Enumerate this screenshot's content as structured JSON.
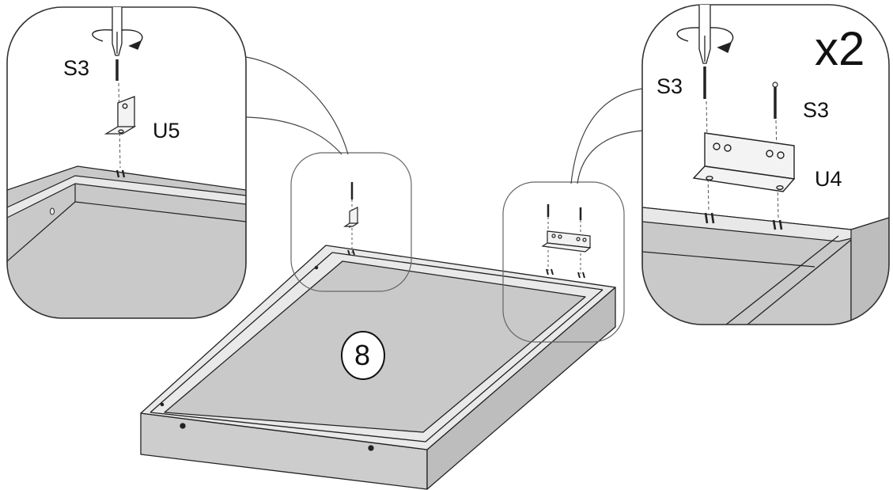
{
  "step": {
    "number": "8",
    "multiplier": "x2"
  },
  "left_detail": {
    "screw_label": "S3",
    "bracket_label": "U5"
  },
  "right_detail": {
    "screw_label_a": "S3",
    "screw_label_b": "S3",
    "bracket_label": "U4"
  },
  "colors": {
    "panel_fill": "#cbcbcb",
    "line": "#222222",
    "background": "#ffffff"
  },
  "icons": [
    "rotate-arrow-icon",
    "screwdriver-icon",
    "screw-icon",
    "angle-bracket-icon"
  ]
}
